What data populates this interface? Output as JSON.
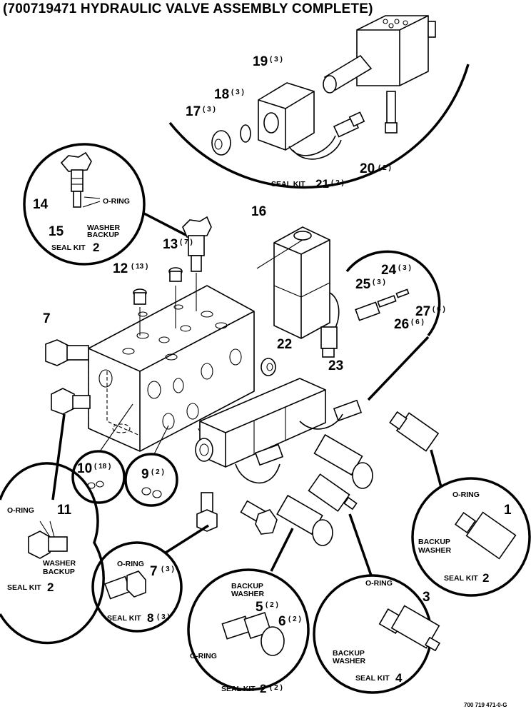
{
  "title": "(700719471 HYDRAULIC VALVE ASSEMBLY COMPLETE)",
  "drawing_number": "700 719 471-0-G",
  "callouts": [
    {
      "id": "c19",
      "num": "19",
      "qty": "( 3 )"
    },
    {
      "id": "c18",
      "num": "18",
      "qty": "( 3 )"
    },
    {
      "id": "c17",
      "num": "17",
      "qty": "( 3 )"
    },
    {
      "id": "c20",
      "num": "20",
      "qty": "( 2 )"
    },
    {
      "id": "c16",
      "num": "16",
      "qty": ""
    },
    {
      "id": "c14",
      "num": "14",
      "qty": ""
    },
    {
      "id": "c15",
      "num": "15",
      "qty": ""
    },
    {
      "id": "c13",
      "num": "13",
      "qty": "( 7 )"
    },
    {
      "id": "c12",
      "num": "12",
      "qty": "( 13 )"
    },
    {
      "id": "c24",
      "num": "24",
      "qty": "( 3 )"
    },
    {
      "id": "c25",
      "num": "25",
      "qty": "( 3 )"
    },
    {
      "id": "c27",
      "num": "27",
      "qty": "( 6 )"
    },
    {
      "id": "c26",
      "num": "26",
      "qty": "( 6 )"
    },
    {
      "id": "c7a",
      "num": "7",
      "qty": ""
    },
    {
      "id": "c22",
      "num": "22",
      "qty": ""
    },
    {
      "id": "c23",
      "num": "23",
      "qty": ""
    },
    {
      "id": "c10",
      "num": "10",
      "qty": "( 18 )"
    },
    {
      "id": "c9",
      "num": "9",
      "qty": "( 2 )"
    },
    {
      "id": "c11",
      "num": "11",
      "qty": ""
    },
    {
      "id": "c1",
      "num": "1",
      "qty": ""
    },
    {
      "id": "c7b",
      "num": "7",
      "qty": "( 3 )"
    },
    {
      "id": "c5",
      "num": "5",
      "qty": "( 2 )"
    },
    {
      "id": "c6",
      "num": "6",
      "qty": "( 2 )"
    },
    {
      "id": "c3",
      "num": "3",
      "qty": ""
    }
  ],
  "labels": {
    "oring": "O-RING",
    "washer": "WASHER",
    "backup": "BACKUP",
    "seal_kit": "SEAL KIT"
  },
  "seal_kits": [
    {
      "id": "k21",
      "num": "21",
      "qty": "( 2 )"
    },
    {
      "id": "k2a",
      "num": "2",
      "qty": ""
    },
    {
      "id": "k2b",
      "num": "2",
      "qty": ""
    },
    {
      "id": "k2c",
      "num": "2",
      "qty": ""
    },
    {
      "id": "k8",
      "num": "8",
      "qty": "( 3 )"
    },
    {
      "id": "k2d",
      "num": "2",
      "qty": "( 2 )"
    },
    {
      "id": "k4",
      "num": "4",
      "qty": ""
    }
  ]
}
